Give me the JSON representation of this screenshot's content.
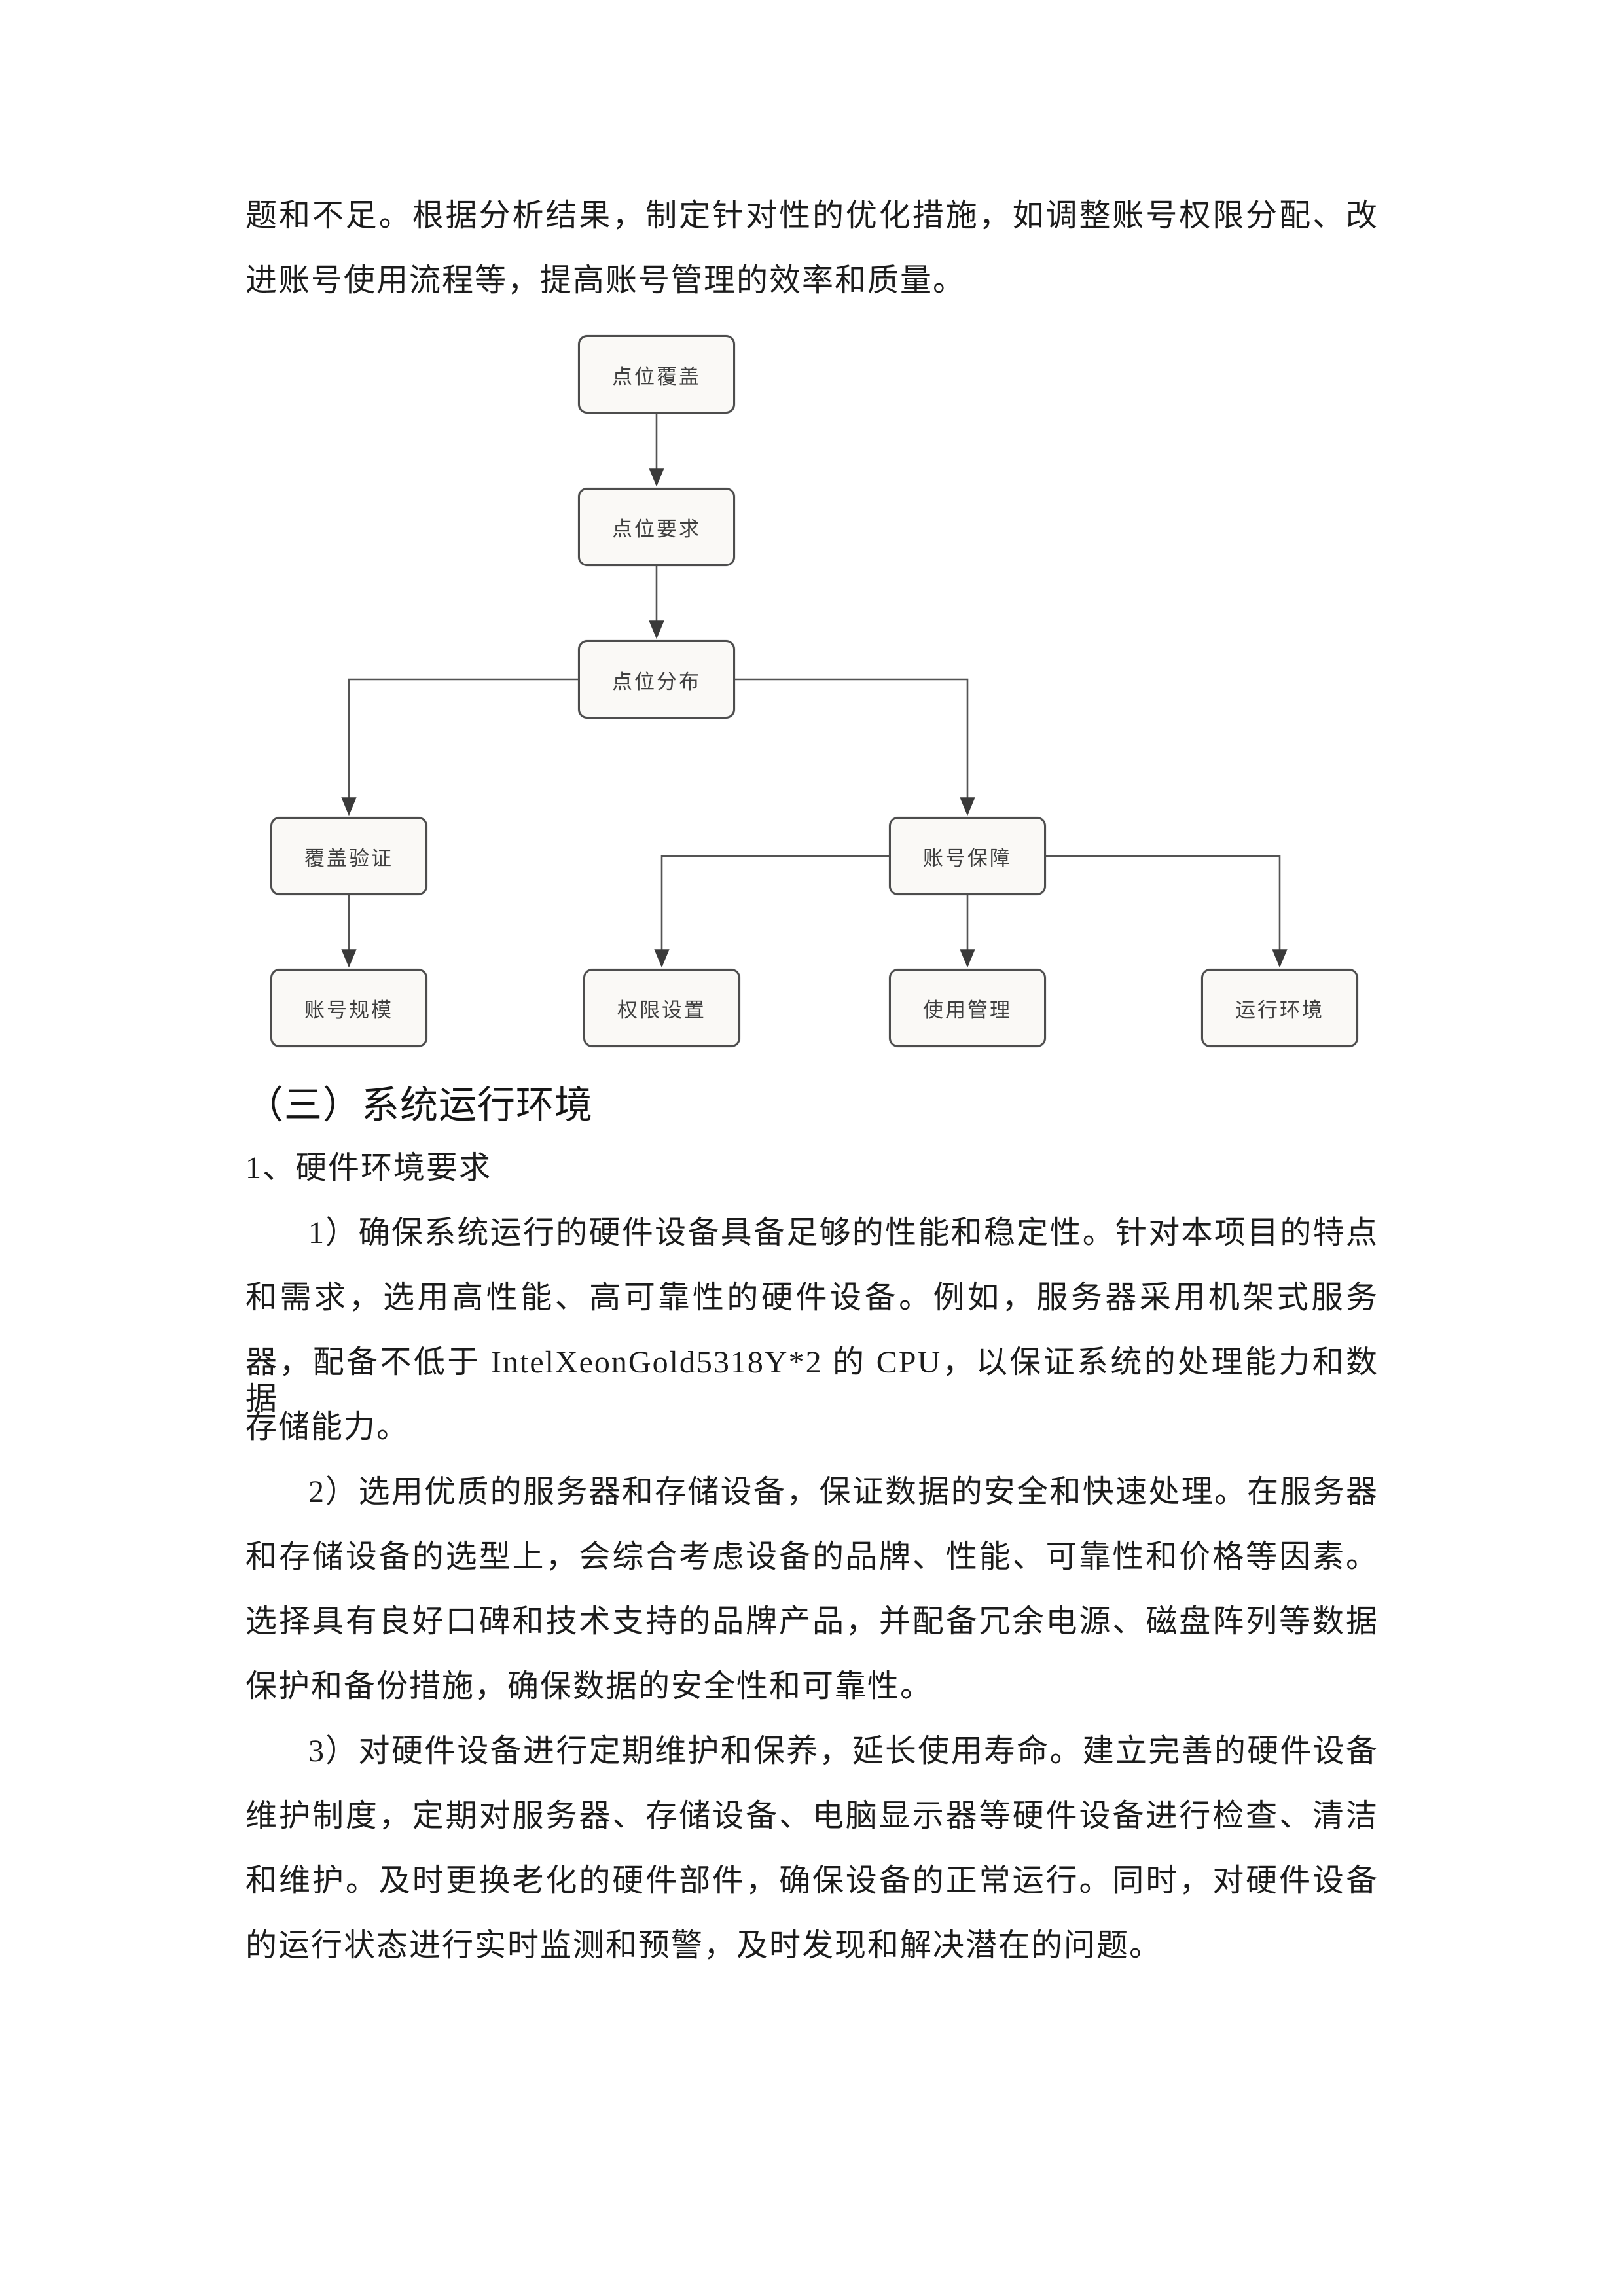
{
  "body": {
    "intro": {
      "lines": [
        "题和不足。根据分析结果，制定针对性的优化措施，如调整账号权限分配、改",
        "进账号使用流程等，提高账号管理的效率和质量。"
      ]
    },
    "section_heading": "（三）系统运行环境",
    "subsection_heading": "1、硬件环境要求",
    "paragraphs": [
      {
        "lines": [
          "1）确保系统运行的硬件设备具备足够的性能和稳定性。针对本项目的特点",
          "和需求，选用高性能、高可靠性的硬件设备。例如，服务器采用机架式服务",
          "器，配备不低于 IntelXeonGold5318Y*2 的 CPU，以保证系统的处理能力和数据",
          "存储能力。"
        ]
      },
      {
        "lines": [
          "2）选用优质的服务器和存储设备，保证数据的安全和快速处理。在服务器",
          "和存储设备的选型上，会综合考虑设备的品牌、性能、可靠性和价格等因素。",
          "选择具有良好口碑和技术支持的品牌产品，并配备冗余电源、磁盘阵列等数据",
          "保护和备份措施，确保数据的安全性和可靠性。"
        ]
      },
      {
        "lines": [
          "3）对硬件设备进行定期维护和保养，延长使用寿命。建立完善的硬件设备",
          "维护制度，定期对服务器、存储设备、电脑显示器等硬件设备进行检查、清洁",
          "和维护。及时更换老化的硬件部件，确保设备的正常运行。同时，对硬件设备",
          "的运行状态进行实时监测和预警，及时发现和解决潜在的问题。"
        ]
      }
    ]
  },
  "diagram": {
    "type": "flowchart",
    "node_fill": "#faf9f6",
    "node_border": "#4d4d4d",
    "connector_color": "#545454",
    "arrow_color": "#3a3a3a",
    "label_color": "#3f3f3f",
    "nodes": [
      {
        "id": "point-coverage",
        "label": "点位覆盖"
      },
      {
        "id": "point-requirement",
        "label": "点位要求"
      },
      {
        "id": "point-distribution",
        "label": "点位分布"
      },
      {
        "id": "coverage-verification",
        "label": "覆盖验证"
      },
      {
        "id": "account-guarantee",
        "label": "账号保障"
      },
      {
        "id": "account-scale",
        "label": "账号规模"
      },
      {
        "id": "permission-setting",
        "label": "权限设置"
      },
      {
        "id": "usage-management",
        "label": "使用管理"
      },
      {
        "id": "running-environment",
        "label": "运行环境"
      }
    ],
    "edges": [
      {
        "from": "point-coverage",
        "to": "point-requirement"
      },
      {
        "from": "point-requirement",
        "to": "point-distribution"
      },
      {
        "from": "point-distribution",
        "to": "coverage-verification"
      },
      {
        "from": "point-distribution",
        "to": "account-guarantee"
      },
      {
        "from": "coverage-verification",
        "to": "account-scale"
      },
      {
        "from": "account-guarantee",
        "to": "permission-setting"
      },
      {
        "from": "account-guarantee",
        "to": "usage-management"
      },
      {
        "from": "account-guarantee",
        "to": "running-environment"
      }
    ]
  }
}
